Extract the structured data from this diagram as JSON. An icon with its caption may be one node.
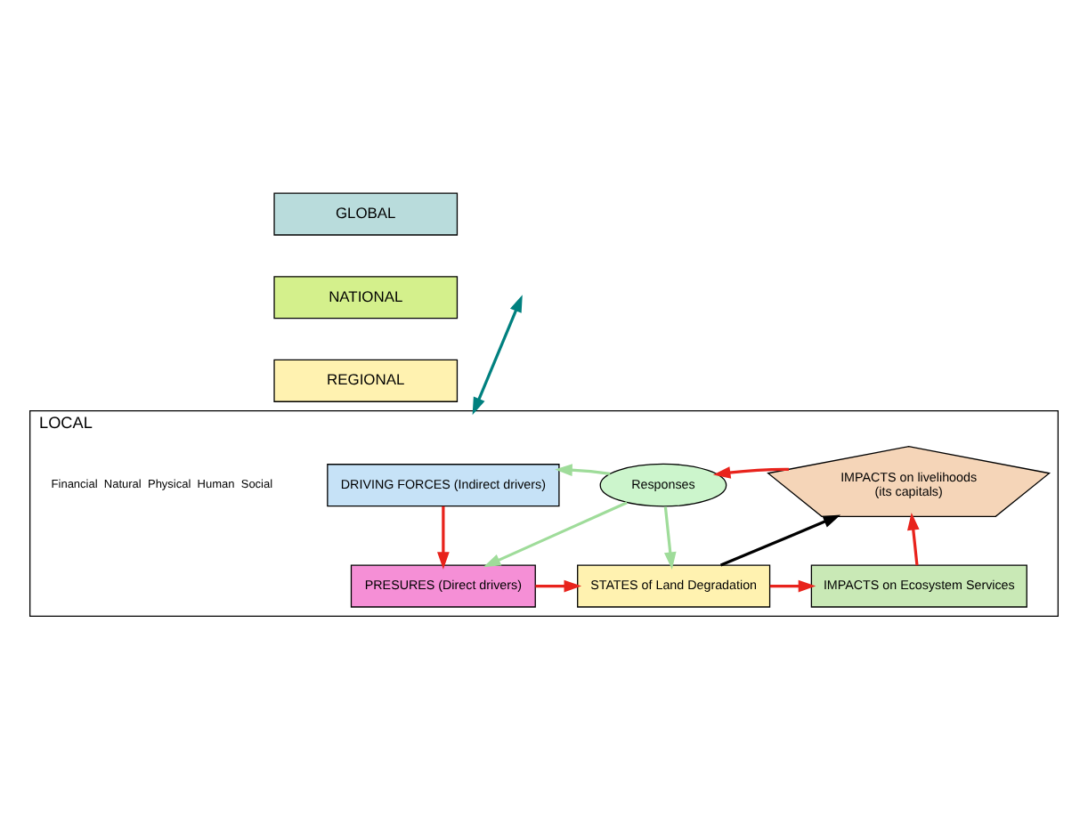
{
  "diagram": {
    "nodes": [
      {
        "text": [
          "GLOBAL"
        ]
      },
      {
        "text": [
          "NATIONAL"
        ]
      },
      {
        "text": [
          "REGIONAL"
        ]
      },
      {
        "text": [
          "LOCAL"
        ]
      },
      {
        "text": [
          "DRIVING FORCES (Indirect drivers)"
        ],
        "in": 3
      },
      {
        "text": [
          "Responses"
        ],
        "in": 3
      },
      {
        "text": [
          "IMPACTS on livelihoods",
          "(its capitals)"
        ],
        "in": 3,
        "beside": [
          "Financial",
          "Natural",
          "Physical",
          "Human",
          "Social"
        ]
      },
      {
        "text": [
          "PRESURES (Direct drivers)"
        ],
        "in": 3
      },
      {
        "text": [
          "STATES of Land Degradation"
        ],
        "in": 3
      },
      {
        "text": [
          "IMPACTS on Ecosystem Services"
        ],
        "in": 3
      }
    ],
    "edges": [
      {
        "from": null,
        "to": 3,
        "arrow": "both",
        "color": "#00807f"
      },
      {
        "from": 6,
        "to": 5,
        "arrow": "to"
      },
      {
        "from": 5,
        "to": 4,
        "arrow": "to",
        "color": "#9fdc9a"
      },
      {
        "from": 5,
        "to": 7,
        "arrow": "to",
        "color": "#9fdc9a"
      },
      {
        "from": 5,
        "to": 8,
        "arrow": "to",
        "color": "#9fdc9a"
      },
      {
        "from": 4,
        "to": 7,
        "arrow": "to"
      },
      {
        "from": 7,
        "to": 8,
        "arrow": "to"
      },
      {
        "from": 8,
        "to": 9,
        "arrow": "to"
      },
      {
        "from": 9,
        "to": 6,
        "arrow": "to"
      },
      {
        "from": 8,
        "to": 6,
        "arrow": "to",
        "color": "#000000"
      }
    ]
  }
}
